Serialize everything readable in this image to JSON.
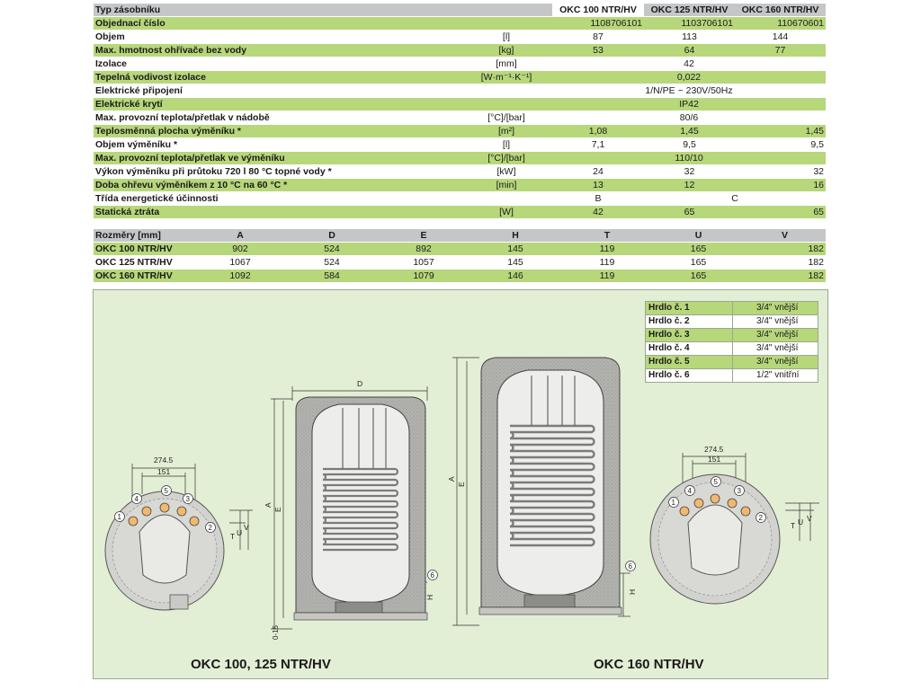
{
  "spec_table": {
    "header": {
      "label": "Typ zásobníku",
      "unit": "",
      "cols": [
        "OKC 100 NTR/HV",
        "OKC 125 NTR/HV",
        "OKC 160 NTR/HV"
      ]
    },
    "rows": [
      {
        "label": "Objednací číslo",
        "unit": "",
        "values": [
          "1108706101",
          "1103706101",
          "110670601"
        ],
        "merged": null
      },
      {
        "label": "Objem",
        "unit": "[l]",
        "values": [
          "87",
          "113",
          "144"
        ],
        "merged": null
      },
      {
        "label": "Max. hmotnost ohřívače bez vody",
        "unit": "[kg]",
        "values": [
          "53",
          "64",
          "77"
        ],
        "merged": null
      },
      {
        "label": "Izolace",
        "unit": "[mm]",
        "values": [],
        "merged": "42"
      },
      {
        "label": "Tepelná vodivost izolace",
        "unit": "[W·m⁻¹·K⁻¹]",
        "values": [],
        "merged": "0,022"
      },
      {
        "label": "Elektrické připojení",
        "unit": "",
        "values": [],
        "merged": "1/N/PE ~ 230V/50Hz"
      },
      {
        "label": "Elektrické krytí",
        "unit": "",
        "values": [],
        "merged": "IP42"
      },
      {
        "label": "Max. provozní teplota/přetlak v nádobě",
        "unit": "[°C]/[bar]",
        "values": [],
        "merged": "80/6"
      },
      {
        "label": "Teplosměnná plocha výměníku *",
        "unit": "[m²]",
        "values": [
          "1,08",
          "1,45",
          "1,45"
        ],
        "merged": null
      },
      {
        "label": "Objem výměníku *",
        "unit": "[l]",
        "values": [
          "7,1",
          "9,5",
          "9,5"
        ],
        "merged": null
      },
      {
        "label": "Max. provozní teplota/přetlak ve výměníku",
        "unit": "[°C]/[bar]",
        "values": [],
        "merged": "110/10"
      },
      {
        "label": "Výkon výměníku při průtoku 720 l 80 °C topné vody *",
        "unit": "[kW]",
        "values": [
          "24",
          "32",
          "32"
        ],
        "merged": null
      },
      {
        "label": "Doba ohřevu výměníkem z 10 °C na 60 °C *",
        "unit": "[min]",
        "values": [
          "13",
          "12",
          "16"
        ],
        "merged": null
      },
      {
        "label": "Třída energetické účinnosti",
        "unit": "",
        "values": [
          "B",
          "C"
        ],
        "merged": null
      },
      {
        "label": "Statická ztráta",
        "unit": "[W]",
        "values": [
          "42",
          "65",
          "65"
        ],
        "merged": null
      }
    ]
  },
  "dims_table": {
    "header": [
      "Rozměry [mm]",
      "A",
      "D",
      "E",
      "H",
      "T",
      "U",
      "V"
    ],
    "rows": [
      [
        "OKC 100 NTR/HV",
        "902",
        "524",
        "892",
        "145",
        "119",
        "165",
        "182"
      ],
      [
        "OKC 125 NTR/HV",
        "1067",
        "524",
        "1057",
        "145",
        "119",
        "165",
        "182"
      ],
      [
        "OKC 160 NTR/HV",
        "1092",
        "584",
        "1079",
        "146",
        "119",
        "165",
        "182"
      ]
    ]
  },
  "hrdlo_table": [
    {
      "label": "Hrdlo č. 1",
      "value": "3/4\" vnější"
    },
    {
      "label": "Hrdlo č. 2",
      "value": "3/4\" vnější"
    },
    {
      "label": "Hrdlo č. 3",
      "value": "3/4\" vnější"
    },
    {
      "label": "Hrdlo č. 4",
      "value": "3/4\" vnější"
    },
    {
      "label": "Hrdlo č. 5",
      "value": "3/4\" vnější"
    },
    {
      "label": "Hrdlo č. 6",
      "value": "1/2\" vnitřní"
    }
  ],
  "drawing": {
    "caption_left": "OKC 100, 125 NTR/HV",
    "caption_right": "OKC 160 NTR/HV",
    "left_top_dims": [
      "274.5",
      "151"
    ],
    "right_top_dims": [
      "274.5",
      "151"
    ],
    "dim_letters": {
      "D": "D",
      "A": "A",
      "E": "E",
      "H": "H",
      "T": "T",
      "U": "U",
      "V": "V",
      "base": "0-15"
    },
    "port_numbers": [
      "1",
      "2",
      "3",
      "4",
      "5",
      "6"
    ]
  },
  "colors": {
    "green_row": "#b7d77b",
    "header_grey": "#c4c6c8",
    "panel_bg": "#e3efd4",
    "insulation": "#a9a9a6"
  }
}
